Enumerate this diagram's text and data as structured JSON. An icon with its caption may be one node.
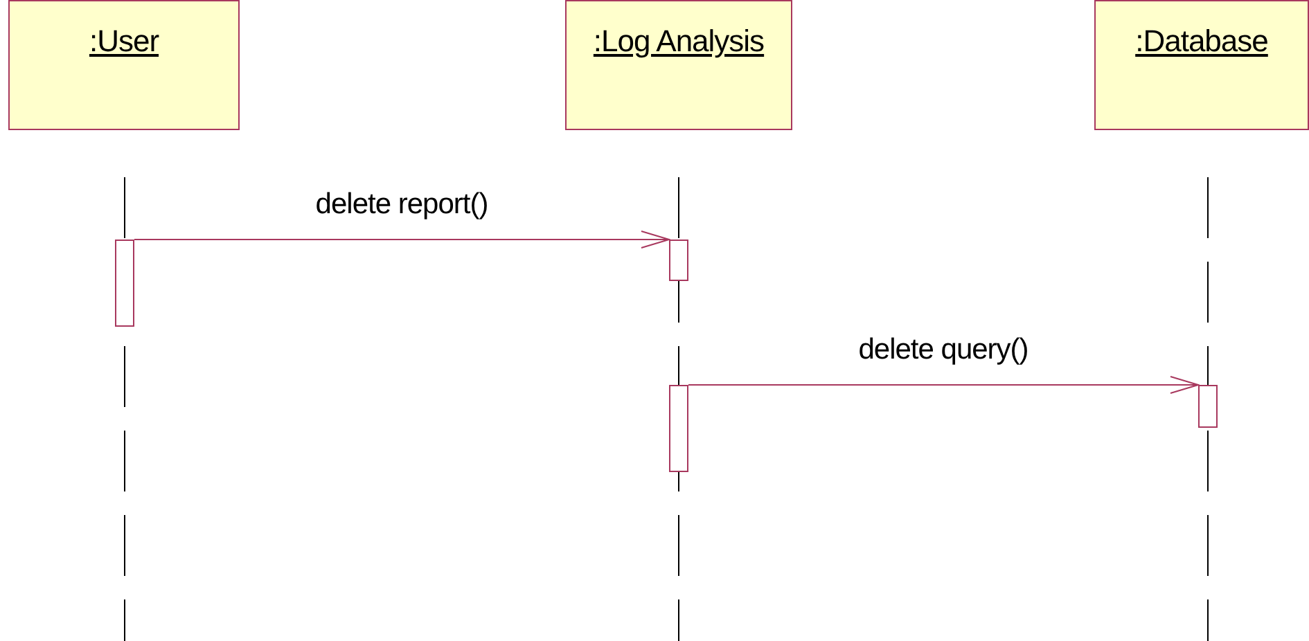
{
  "diagram": {
    "nodes": [
      {
        "text": [
          ":User"
        ]
      },
      {
        "text": [
          ":Log Analysis"
        ]
      },
      {
        "text": [
          ":Database"
        ]
      },
      {
        "text": [],
        "shape": "bar"
      },
      {
        "text": [],
        "shape": "bar"
      },
      {
        "text": [],
        "shape": "bar"
      },
      {
        "text": [],
        "shape": "bar"
      }
    ],
    "edges": [
      {
        "from": 3,
        "to": 4,
        "arrow": "to",
        "label": "delete report()"
      },
      {
        "from": 5,
        "to": 6,
        "arrow": "to",
        "label": "delete query()"
      }
    ]
  }
}
